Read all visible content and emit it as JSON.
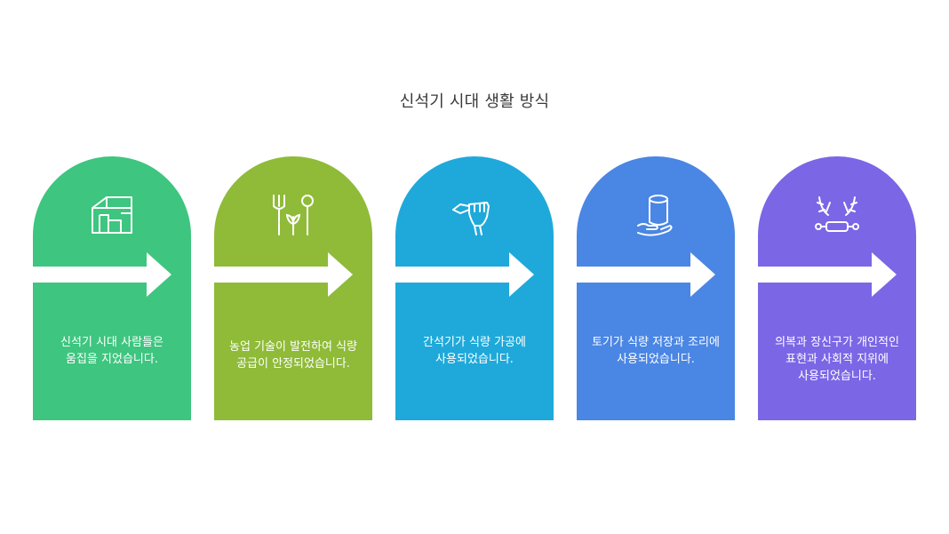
{
  "title": "신석기 시대 생활 방식",
  "colors": {
    "step1": "#3ec57f",
    "step2": "#8fbb38",
    "step3": "#1ea9da",
    "step4": "#4a86e4",
    "step5": "#7b66e6",
    "arrow": "#ffffff"
  },
  "steps": [
    {
      "icon": "pit-house-icon",
      "text": "신석기 시대 사람들은 움집을 지었습니다."
    },
    {
      "icon": "farming-tools-icon",
      "text": "농업 기술이 발전하여 식량 공급이 안정되었습니다."
    },
    {
      "icon": "grinding-stone-hand-icon",
      "text": "간석기가 식량 가공에 사용되었습니다."
    },
    {
      "icon": "pottery-in-hand-icon",
      "text": "토기가 식량 저장과 조리에 사용되었습니다."
    },
    {
      "icon": "antlers-and-ornament-icon",
      "text": "의복과 장신구가 개인적인 표현과 사회적 지위에 사용되었습니다."
    }
  ]
}
